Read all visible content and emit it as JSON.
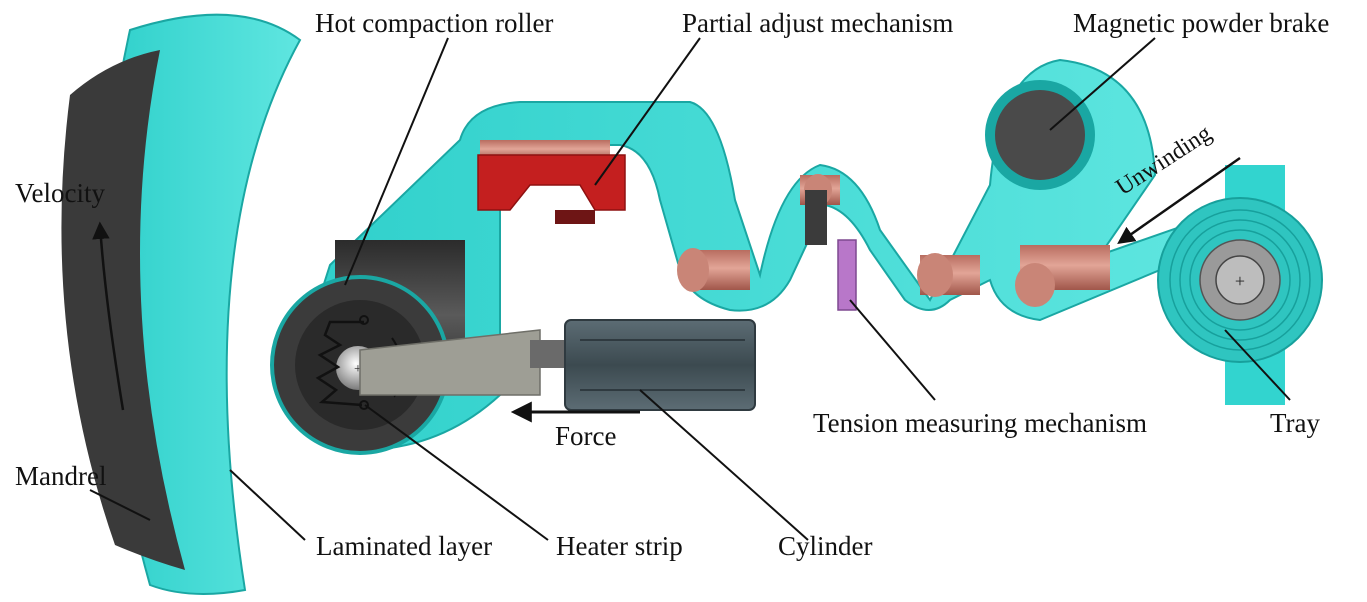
{
  "diagram": {
    "labels": {
      "velocity": "Velocity",
      "mandrel": "Mandrel",
      "hot_compaction_roller": "Hot compaction roller",
      "partial_adjust_mechanism": "Partial adjust mechanism",
      "magnetic_powder_brake": "Magnetic powder brake",
      "unwinding": "Unwinding",
      "force": "Force",
      "tension_measuring_mechanism": "Tension measuring mechanism",
      "tray": "Tray",
      "laminated_layer": "Laminated layer",
      "heater_strip": "Heater strip",
      "cylinder": "Cylinder"
    },
    "colors": {
      "tape": "#32d4cf",
      "tape_edge": "#1aa7a3",
      "mandrel": "#3a3a3a",
      "roller": "#c98577",
      "bracket": "#c41f1f",
      "cylinder_body": "#4b5b63",
      "sensor": "#b877c9",
      "arm": "#9e9e95"
    }
  }
}
